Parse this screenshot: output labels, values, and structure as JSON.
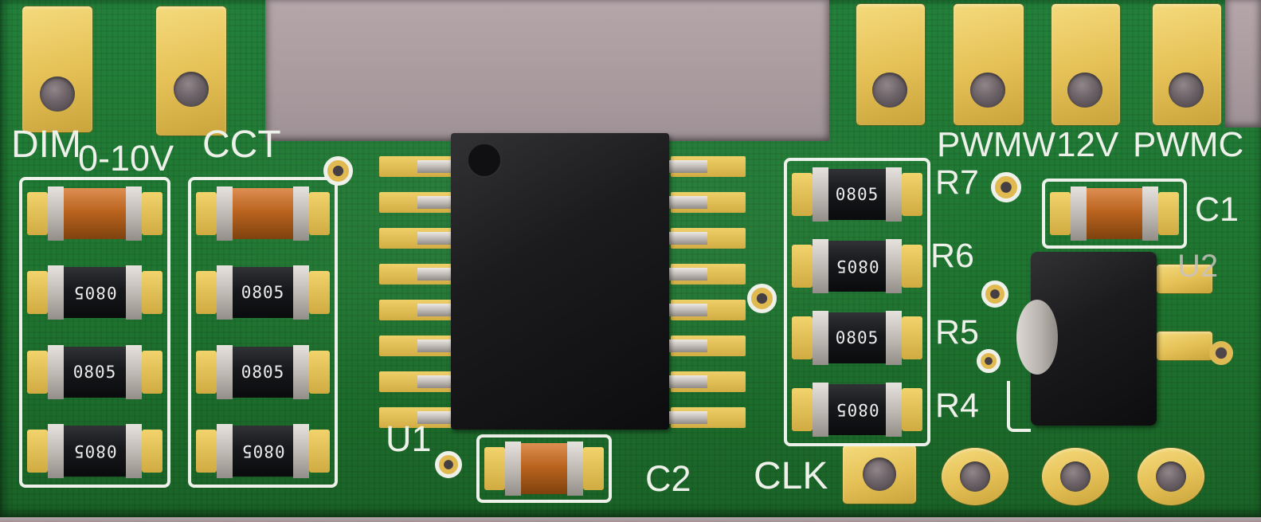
{
  "colors": {
    "background_gray": "#aa9ca0",
    "board_green": "#1f7530",
    "pad_gold": "#e6c258",
    "silkscreen_white": "#eef0ea",
    "ic_body_black": "#141416",
    "capacitor_orange": "#bb641f",
    "resistor_black": "#17181b"
  },
  "silkscreen": {
    "dim": "DIM",
    "dim_range": "0-10V",
    "cct": "CCT",
    "u1": "U1",
    "c2": "C2",
    "clk": "CLK",
    "pwmw": "PWMW",
    "v12": "12V",
    "pwmc": "PWMC",
    "r7": "R7",
    "r6": "R6",
    "r5": "R5",
    "r4": "R4",
    "c1": "C1",
    "u2": "U2"
  },
  "markings": {
    "smd_package": "0805"
  }
}
